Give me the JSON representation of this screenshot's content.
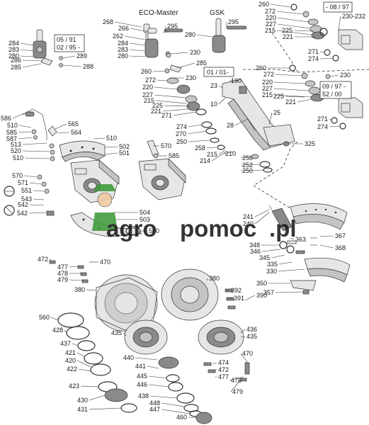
{
  "headers": {
    "eco_master": "ECO-Master",
    "gsk": "GSK"
  },
  "date_boxes": [
    {
      "id": "date-box-05-91",
      "lines": [
        "05 / 91",
        "02 / 95 -"
      ]
    },
    {
      "id": "date-box-08-97",
      "lines": [
        "- 08 / 97"
      ]
    },
    {
      "id": "date-box-01-01",
      "lines": [
        "01 / 01-"
      ]
    },
    {
      "id": "date-box-09-97",
      "lines": [
        "09 / 97 -",
        "52 / 00"
      ]
    }
  ],
  "watermark": {
    "text_a": "agro",
    "text_b": "pomoc",
    "text_c": ".pl",
    "color_green": "#3e9a3a",
    "color_red": "#d22020"
  },
  "labels": [
    "268",
    "266",
    "262",
    "295",
    "284",
    "283",
    "280",
    "230",
    "285",
    "295",
    "280",
    "260",
    "272",
    "220",
    "227",
    "215",
    "225",
    "221",
    "230-232",
    "271",
    "274",
    "260",
    "272",
    "220",
    "227",
    "215",
    "225",
    "221",
    "271",
    "274",
    "230",
    "284",
    "283",
    "280",
    "286",
    "289",
    "285",
    "288",
    "260",
    "230",
    "272",
    "220",
    "227",
    "215",
    "225",
    "221",
    "271",
    "274",
    "270",
    "250",
    "258",
    "215",
    "214",
    "210",
    "256",
    "252",
    "250",
    "325",
    "28",
    "25",
    "23",
    "190",
    "10",
    "586",
    "510",
    "585",
    "587",
    "513",
    "520",
    "510",
    "565",
    "564",
    "510",
    "502",
    "501",
    "570",
    "585",
    "570",
    "571",
    "551",
    "543",
    "542",
    "542",
    "504",
    "503",
    "560",
    "241",
    "240",
    "348",
    "346",
    "345",
    "335",
    "330",
    "350",
    "357",
    "363",
    "367",
    "368",
    "472",
    "477",
    "478",
    "479",
    "470",
    "380",
    "380",
    "392",
    "391",
    "390",
    "560",
    "428",
    "437",
    "421",
    "420",
    "422",
    "423",
    "430",
    "431",
    "435",
    "440",
    "441",
    "445",
    "446",
    "438",
    "448",
    "447",
    "460",
    "436",
    "435",
    "474",
    "472",
    "477",
    "478",
    "479",
    "470"
  ]
}
